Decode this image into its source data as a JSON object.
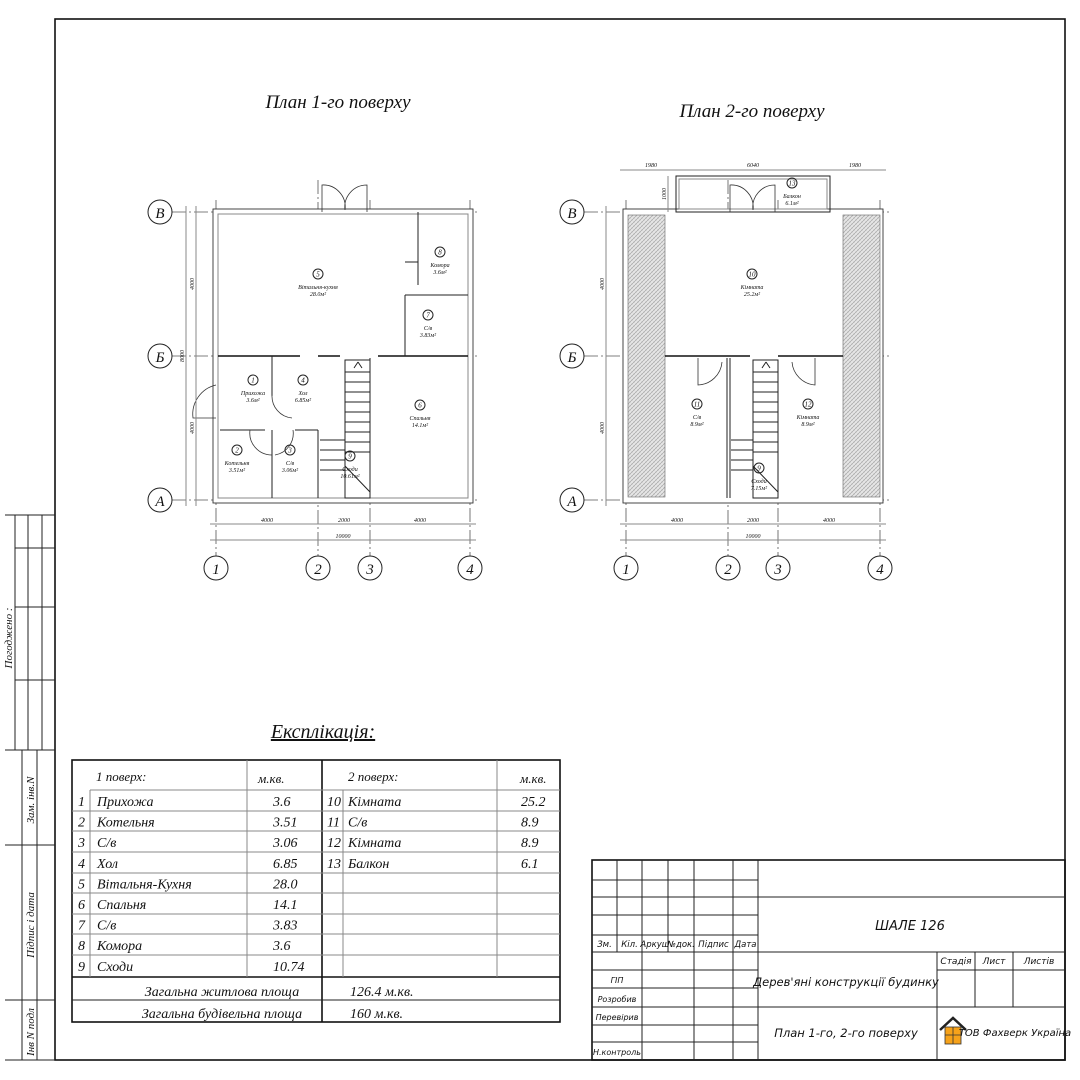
{
  "plan1": {
    "title": "План 1-го поверху",
    "axes_rows": [
      "В",
      "Б",
      "А"
    ],
    "axes_cols": [
      "1",
      "2",
      "3",
      "4"
    ],
    "dims_bottom": [
      "4000",
      "2000",
      "4000"
    ],
    "dim_total": "10000",
    "dims_left": [
      "4000",
      "4000"
    ],
    "dim_left_total": "8000",
    "rooms": [
      {
        "num": "1",
        "name": "Прихожа",
        "area": "3.6м²"
      },
      {
        "num": "2",
        "name": "Котельня",
        "area": "3.51м²"
      },
      {
        "num": "3",
        "name": "С/в",
        "area": "3.06м²"
      },
      {
        "num": "4",
        "name": "Хол",
        "area": "6.85м²"
      },
      {
        "num": "5",
        "name": "Вітальня-кухня",
        "area": "28.0м²"
      },
      {
        "num": "6",
        "name": "Спальня",
        "area": "14.1м²"
      },
      {
        "num": "7",
        "name": "С/в",
        "area": "3.83м²"
      },
      {
        "num": "8",
        "name": "Комора",
        "area": "3.6м²"
      },
      {
        "num": "9",
        "name": "Сходи",
        "area": "10.61м²"
      }
    ]
  },
  "plan2": {
    "title": "План 2-го поверху",
    "axes_rows": [
      "В",
      "Б",
      "А"
    ],
    "axes_cols": [
      "1",
      "2",
      "3",
      "4"
    ],
    "dims_top": [
      "1980",
      "6040",
      "1980"
    ],
    "dim_balcony": "1000",
    "dims_bottom": [
      "4000",
      "2000",
      "4000"
    ],
    "dim_total": "10000",
    "dims_left": [
      "4000",
      "4000"
    ],
    "rooms": [
      {
        "num": "10",
        "name": "Кімната",
        "area": "25.2м²"
      },
      {
        "num": "11",
        "name": "С/в",
        "area": "8.9м²"
      },
      {
        "num": "12",
        "name": "Кімната",
        "area": "8.9м²"
      },
      {
        "num": "13",
        "name": "Балкон",
        "area": "6.1м²"
      },
      {
        "num": "9",
        "name": "Сходи",
        "area": "7.15м²"
      }
    ]
  },
  "explication": {
    "title": "Експлікація:",
    "floor1_header": "1 поверх:",
    "floor2_header": "2 поверх:",
    "unit_header": "м.кв.",
    "floor1": [
      {
        "n": "1",
        "name": "Прихожа",
        "area": "3.6"
      },
      {
        "n": "2",
        "name": "Котельня",
        "area": "3.51"
      },
      {
        "n": "3",
        "name": "С/в",
        "area": "3.06"
      },
      {
        "n": "4",
        "name": "Хол",
        "area": "6.85"
      },
      {
        "n": "5",
        "name": "Вітальня-Кухня",
        "area": "28.0"
      },
      {
        "n": "6",
        "name": "Спальня",
        "area": "14.1"
      },
      {
        "n": "7",
        "name": "С/в",
        "area": "3.83"
      },
      {
        "n": "8",
        "name": "Комора",
        "area": "3.6"
      },
      {
        "n": "9",
        "name": "Сходи",
        "area": "10.74"
      }
    ],
    "floor2": [
      {
        "n": "10",
        "name": "Кімната",
        "area": "25.2"
      },
      {
        "n": "11",
        "name": "С/в",
        "area": "8.9"
      },
      {
        "n": "12",
        "name": "Кімната",
        "area": "8.9"
      },
      {
        "n": "13",
        "name": "Балкон",
        "area": "6.1"
      }
    ],
    "totals": [
      {
        "label": "Загальна житлова площа",
        "value": "126.4 м.кв."
      },
      {
        "label": "Загальна будівельна площа",
        "value": "160 м.кв."
      }
    ]
  },
  "side_stamp": {
    "agreed": "Погоджено :",
    "replaced_inv": "Зам. інв.N",
    "sign_date": "Підпис і дата",
    "inv_orig": "Інв N подл"
  },
  "title_block": {
    "headers": [
      "Зм.",
      "Кіл.",
      "Аркуш",
      "№док.",
      "Підпис",
      "Дата"
    ],
    "roles": [
      "ГІП",
      "Розробив",
      "Перевірив",
      "Н.контроль"
    ],
    "project": "ШАЛЕ 126",
    "section": "Дерев'яні конструкції будинку",
    "sheet_title": "План 1-го, 2-го поверху",
    "stage_label": "Стадія",
    "sheet_label": "Лист",
    "sheets_label": "Листів",
    "company": "ТОВ Фахверк Україна"
  }
}
